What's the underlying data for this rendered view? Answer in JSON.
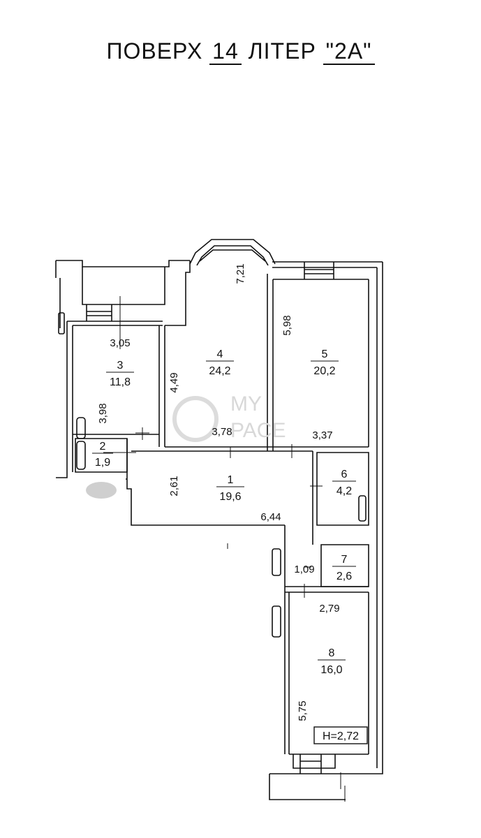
{
  "header": {
    "floor_word": "ПОВЕРХ",
    "floor_number": "14",
    "letter_word": "ЛІТЕР",
    "letter_value": "\"2А\""
  },
  "watermark": {
    "line1": "MY",
    "line2": "PACE"
  },
  "rooms": [
    {
      "id": "1",
      "area": "19,6"
    },
    {
      "id": "2",
      "area": "1,9"
    },
    {
      "id": "3",
      "area": "11,8"
    },
    {
      "id": "4",
      "area": "24,2"
    },
    {
      "id": "5",
      "area": "20,2"
    },
    {
      "id": "6",
      "area": "4,2"
    },
    {
      "id": "7",
      "area": "2,6"
    },
    {
      "id": "8",
      "area": "16,0"
    }
  ],
  "dimensions": {
    "d_721": "7,21",
    "d_305": "3,05",
    "d_598": "5,98",
    "d_449": "4,49",
    "d_398": "3,98",
    "d_378": "3,78",
    "d_337": "3,37",
    "d_261": "2,61",
    "d_644": "6,44",
    "d_109": "1,09",
    "d_279": "2,79",
    "d_575": "5,75"
  },
  "ceiling_height": "Н=2,72"
}
